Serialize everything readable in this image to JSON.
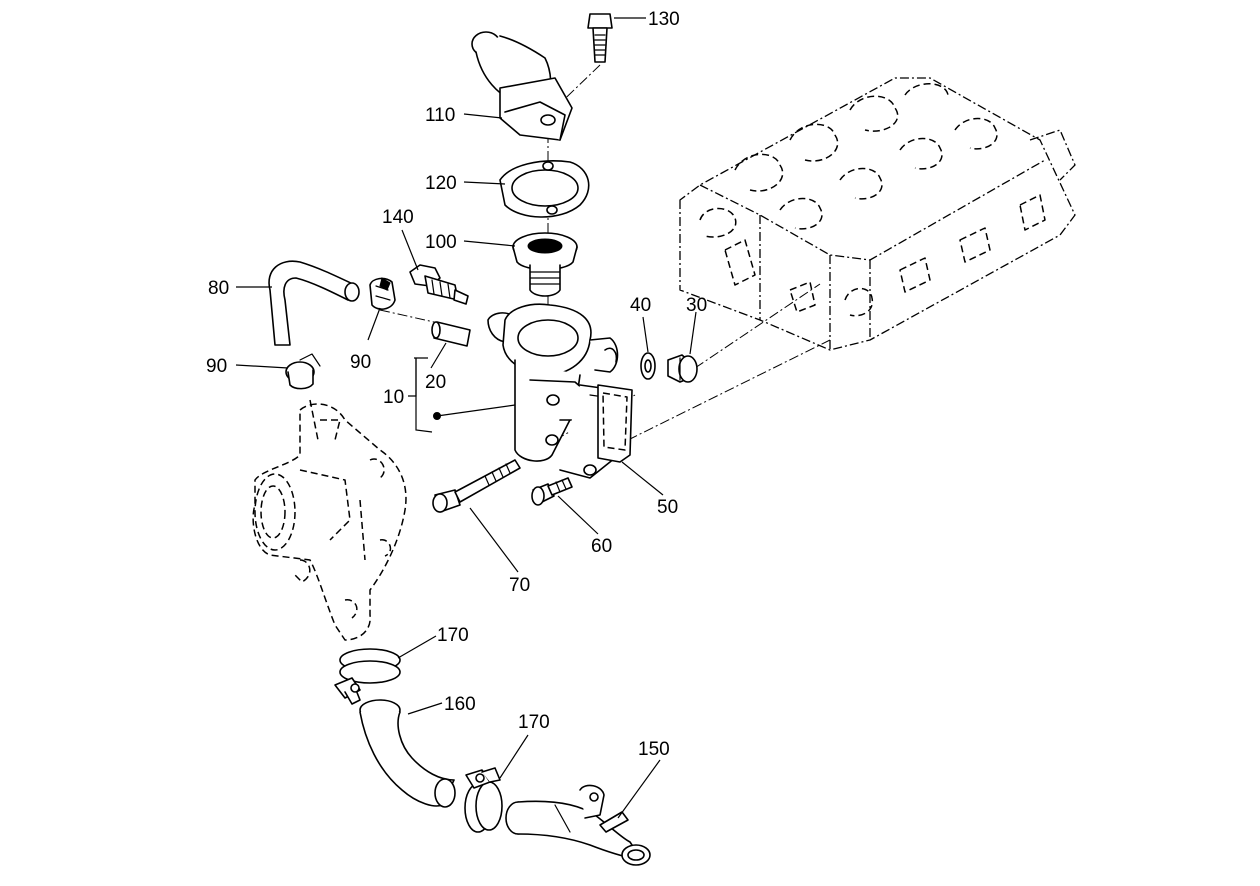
{
  "diagram": {
    "callouts": {
      "c130": "130",
      "c110": "110",
      "c120": "120",
      "c140": "140",
      "c100": "100",
      "c80": "80",
      "c40": "40",
      "c30": "30",
      "c90a": "90",
      "c90b": "90",
      "c20": "20",
      "c10": "10",
      "c50": "50",
      "c60": "60",
      "c70": "70",
      "c170a": "170",
      "c160": "160",
      "c170b": "170",
      "c150": "150"
    }
  }
}
